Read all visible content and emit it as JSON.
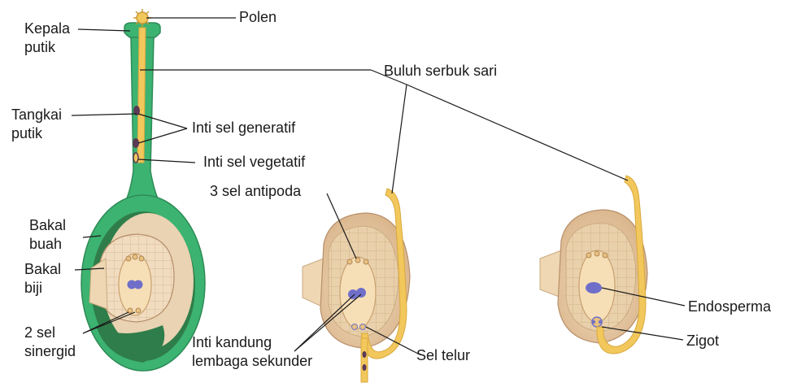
{
  "labels": {
    "kepala_putik": [
      "Kepala",
      "putik"
    ],
    "polen": "Polen",
    "buluh_serbuk_sari": "Buluh serbuk sari",
    "tangkai_putik": [
      "Tangkai",
      "putik"
    ],
    "inti_sel_generatif": "Inti sel generatif",
    "inti_sel_vegetatif": "Inti sel vegetatif",
    "sel_antipoda": "3 sel antipoda",
    "bakal_buah": [
      "Bakal",
      "buah"
    ],
    "bakal_biji": [
      "Bakal",
      "biji"
    ],
    "sel_sinergid": [
      "2 sel",
      "sinergid"
    ],
    "inti_kandung_lembaga_sekunder": [
      "Inti kandung",
      "lembaga sekunder"
    ],
    "sel_telur": "Sel telur",
    "endosperma": "Endosperma",
    "zigot": "Zigot"
  },
  "colors": {
    "pistil_green": "#3cb371",
    "pistil_outline": "#2e8b57",
    "pollen_tube": "#f2c75c",
    "ovule_tissue": "#e6cba3",
    "embryo_sac": "#f6dfb6",
    "nucleus": "#6f6fc9",
    "generative_nucleus": "#5a3a55"
  }
}
